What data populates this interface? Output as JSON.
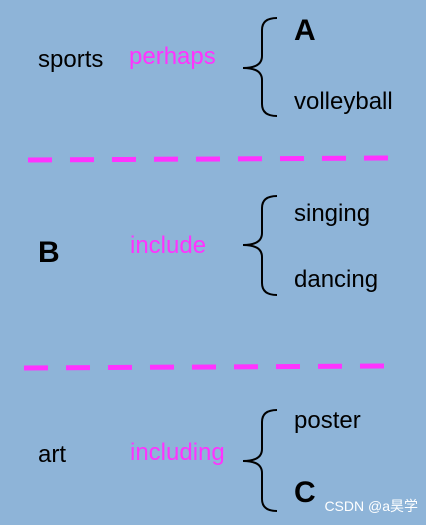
{
  "sections": [
    {
      "topic": "sports",
      "connector": "perhaps",
      "branches": [
        "A",
        "volleyball"
      ]
    },
    {
      "topic": "B",
      "connector": "include",
      "branches": [
        "singing",
        "dancing"
      ]
    },
    {
      "topic": "art",
      "connector": "including",
      "branches": [
        "poster",
        "C"
      ]
    }
  ],
  "watermark": "CSDN @a昊学",
  "colors": {
    "background": "#8eb4d8",
    "connector": "#ff33ff",
    "separator": "#ff33ff",
    "text": "#000000"
  }
}
